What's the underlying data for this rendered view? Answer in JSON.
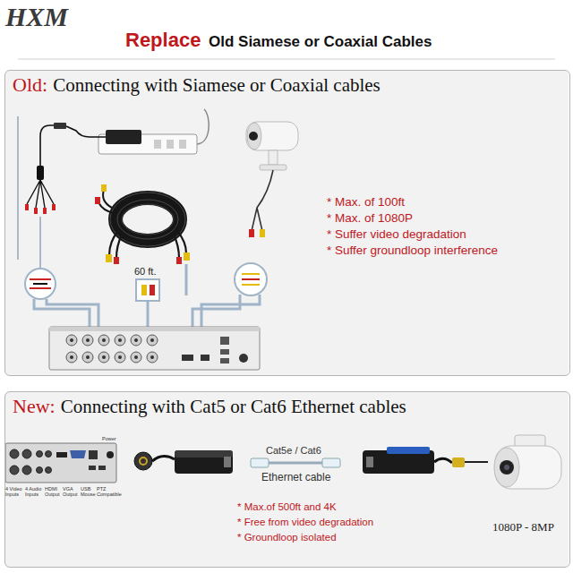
{
  "diagram": {
    "nodes": [
      {
        "text": [
          "Old:",
          "Connecting with Siamese or Coaxial cables"
        ]
      },
      {
        "text": [
          "New:",
          "Connecting with Cat5 or Cat6 Ethernet cables"
        ]
      }
    ],
    "labels": [
      "HXM",
      "Replace",
      "Old Siamese or Coaxial Cables",
      "60 ft.",
      "* Max. of 100ft",
      "* Max. of 1080P",
      "* Suffer video degradation",
      "* Suffer groundloop interference",
      "4 Video Inputs",
      "4 Audio Inputs",
      "HDMI Output",
      "VGA Output",
      "USB Mouse",
      "PTZ Compatible",
      "Power",
      "Cat5e / Cat6",
      "Ethernet cable",
      "* Max.of 500ft and 4K",
      "* Free from video degradation",
      "* Groundloop isolated",
      "1080P - 8MP"
    ]
  }
}
